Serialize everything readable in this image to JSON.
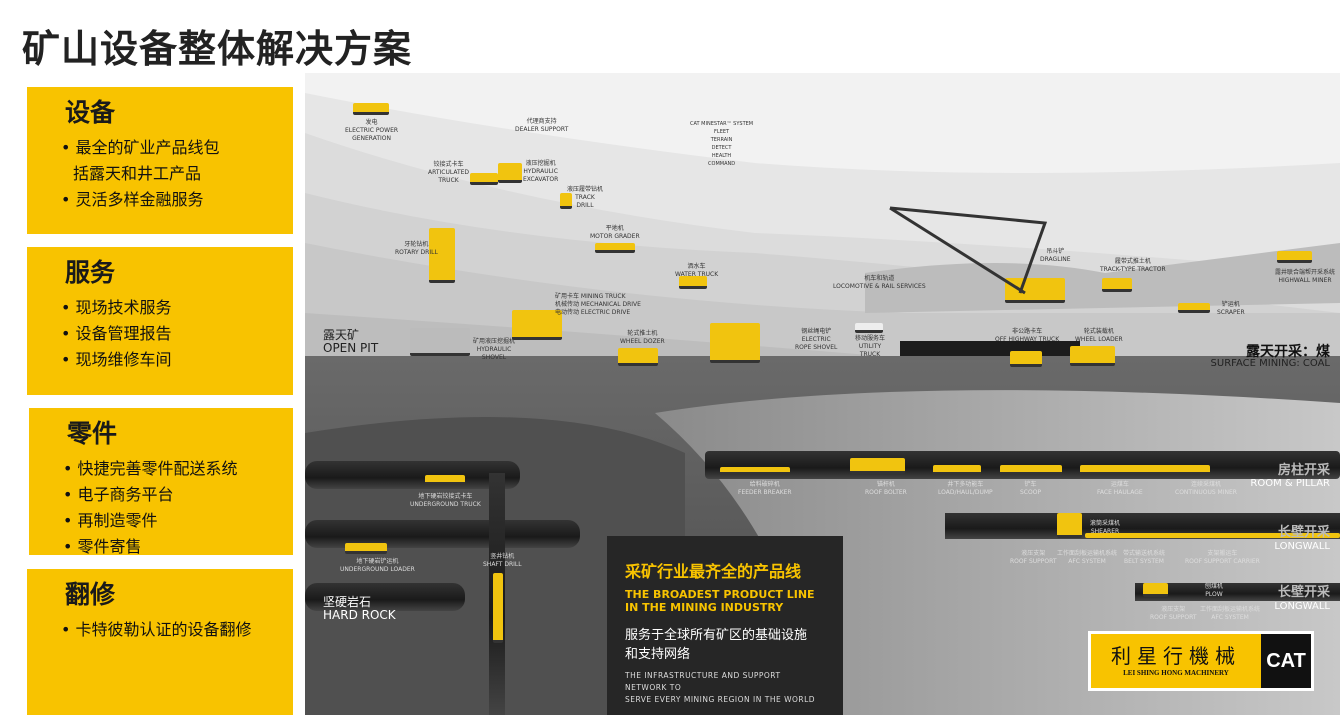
{
  "title": "矿山设备整体解决方案",
  "sections": [
    {
      "heading": "设备",
      "items": [
        "最全的矿业产品线包",
        "括露天和井工产品",
        "灵活多样金融服务"
      ]
    },
    {
      "heading": "服务",
      "items": [
        "现场技术服务",
        "设备管理报告",
        "现场维修车间"
      ]
    },
    {
      "heading": "零件",
      "items": [
        "快捷完善零件配送系统",
        "电子商务平台",
        "再制造零件",
        "零件寄售"
      ]
    },
    {
      "heading": "翻修",
      "items": [
        "卡特彼勒认证的设备翻修"
      ]
    }
  ],
  "scene": {
    "labels": [
      "发电\nELECTRIC POWER\nGENERATION",
      "代理商支持\nDEALER SUPPORT",
      "CAT MINESTAR™ SYSTEM\nFLEET\nTERRAIN\nDETECT\nHEALTH\nCOMMAND",
      "铰接式卡车\nARTICULATED\nTRUCK",
      "液压挖掘机\nHYDRAULIC\nEXCAVATOR",
      "液压履带钻机\nTRACK\nDRILL",
      "平地机\nMOTOR GRADER",
      "牙轮钻机\nROTARY DRILL",
      "洒水车\nWATER TRUCK",
      "矿用卡车 MINING TRUCK\n机械传动 MECHANICAL DRIVE\n电动传动 ELECTRIC DRIVE",
      "矿用液压挖掘机\nHYDRAULIC\nSHOVEL",
      "轮式推土机\nWHEEL DOZER",
      "钢丝绳电铲\nELECTRIC\nROPE SHOVEL",
      "移动服务车\nUTILITY\nTRUCK",
      "机车和轨道\nLOCOMOTIVE & RAIL SERVICES",
      "吊斗铲\nDRAGLINE",
      "履带式推土机\nTRACK-TYPE TRACTOR",
      "露井联合端帮开采系统\nHIGHWALL MINER",
      "铲运机\nSCRAPER",
      "非公路卡车\nOFF HIGHWAY TRUCK",
      "轮式装载机\nWHEEL LOADER"
    ],
    "ug_labels": [
      "地下硬岩铰接式卡车\nUNDERGROUND TRUCK",
      "地下硬岩铲运机\nUNDERGROUND LOADER",
      "竖井钻机\nSHAFT DRILL",
      "给料破碎机\nFEEDER BREAKER",
      "锚杆机\nROOF BOLTER",
      "井下多功能车\nLOAD/HAUL/DUMP",
      "铲车\nSCOOP",
      "运煤车\nFACE HAULAGE",
      "连续采煤机\nCONTINUOUS MINER",
      "滚筒采煤机\nSHEARER",
      "液压支架\nROOF SUPPORT",
      "工作面刮板运输机系统\nAFC SYSTEM",
      "带式输送机系统\nBELT SYSTEM",
      "支架搬运车\nROOF SUPPORT CARRIER",
      "刨煤机\nPLOW",
      "液压支架\nROOF SUPPORT",
      "工作面刮板运输机系统\nAFC SYSTEM"
    ],
    "zones": {
      "open_pit": "露天矿\nOPEN PIT",
      "surface_coal_zh": "露天开采：煤",
      "surface_coal_en": "SURFACE MINING: COAL",
      "hard_rock": "坚硬岩石\nHARD ROCK",
      "room_pillar_zh": "房柱开采",
      "room_pillar_en": "ROOM & PILLAR",
      "longwall1_zh": "长壁开采",
      "longwall1_en": "LONGWALL",
      "longwall2_zh": "长壁开采",
      "longwall2_en": "LONGWALL"
    }
  },
  "panel": {
    "zh_title": "采矿行业最齐全的产品线",
    "en_title": "THE BROADEST PRODUCT LINE\nIN THE MINING INDUSTRY",
    "zh_sub": "服务于全球所有矿区的基础设施\n和支持网络",
    "en_sub": "THE INFRASTRUCTURE AND SUPPORT NETWORK TO\nSERVE EVERY MINING REGION IN THE WORLD"
  },
  "logo": {
    "zh": "利星行機械",
    "en": "LEI SHING HONG MACHINERY",
    "brand": "CAT"
  },
  "colors": {
    "accent": "#f8c300",
    "dark": "#262626"
  }
}
